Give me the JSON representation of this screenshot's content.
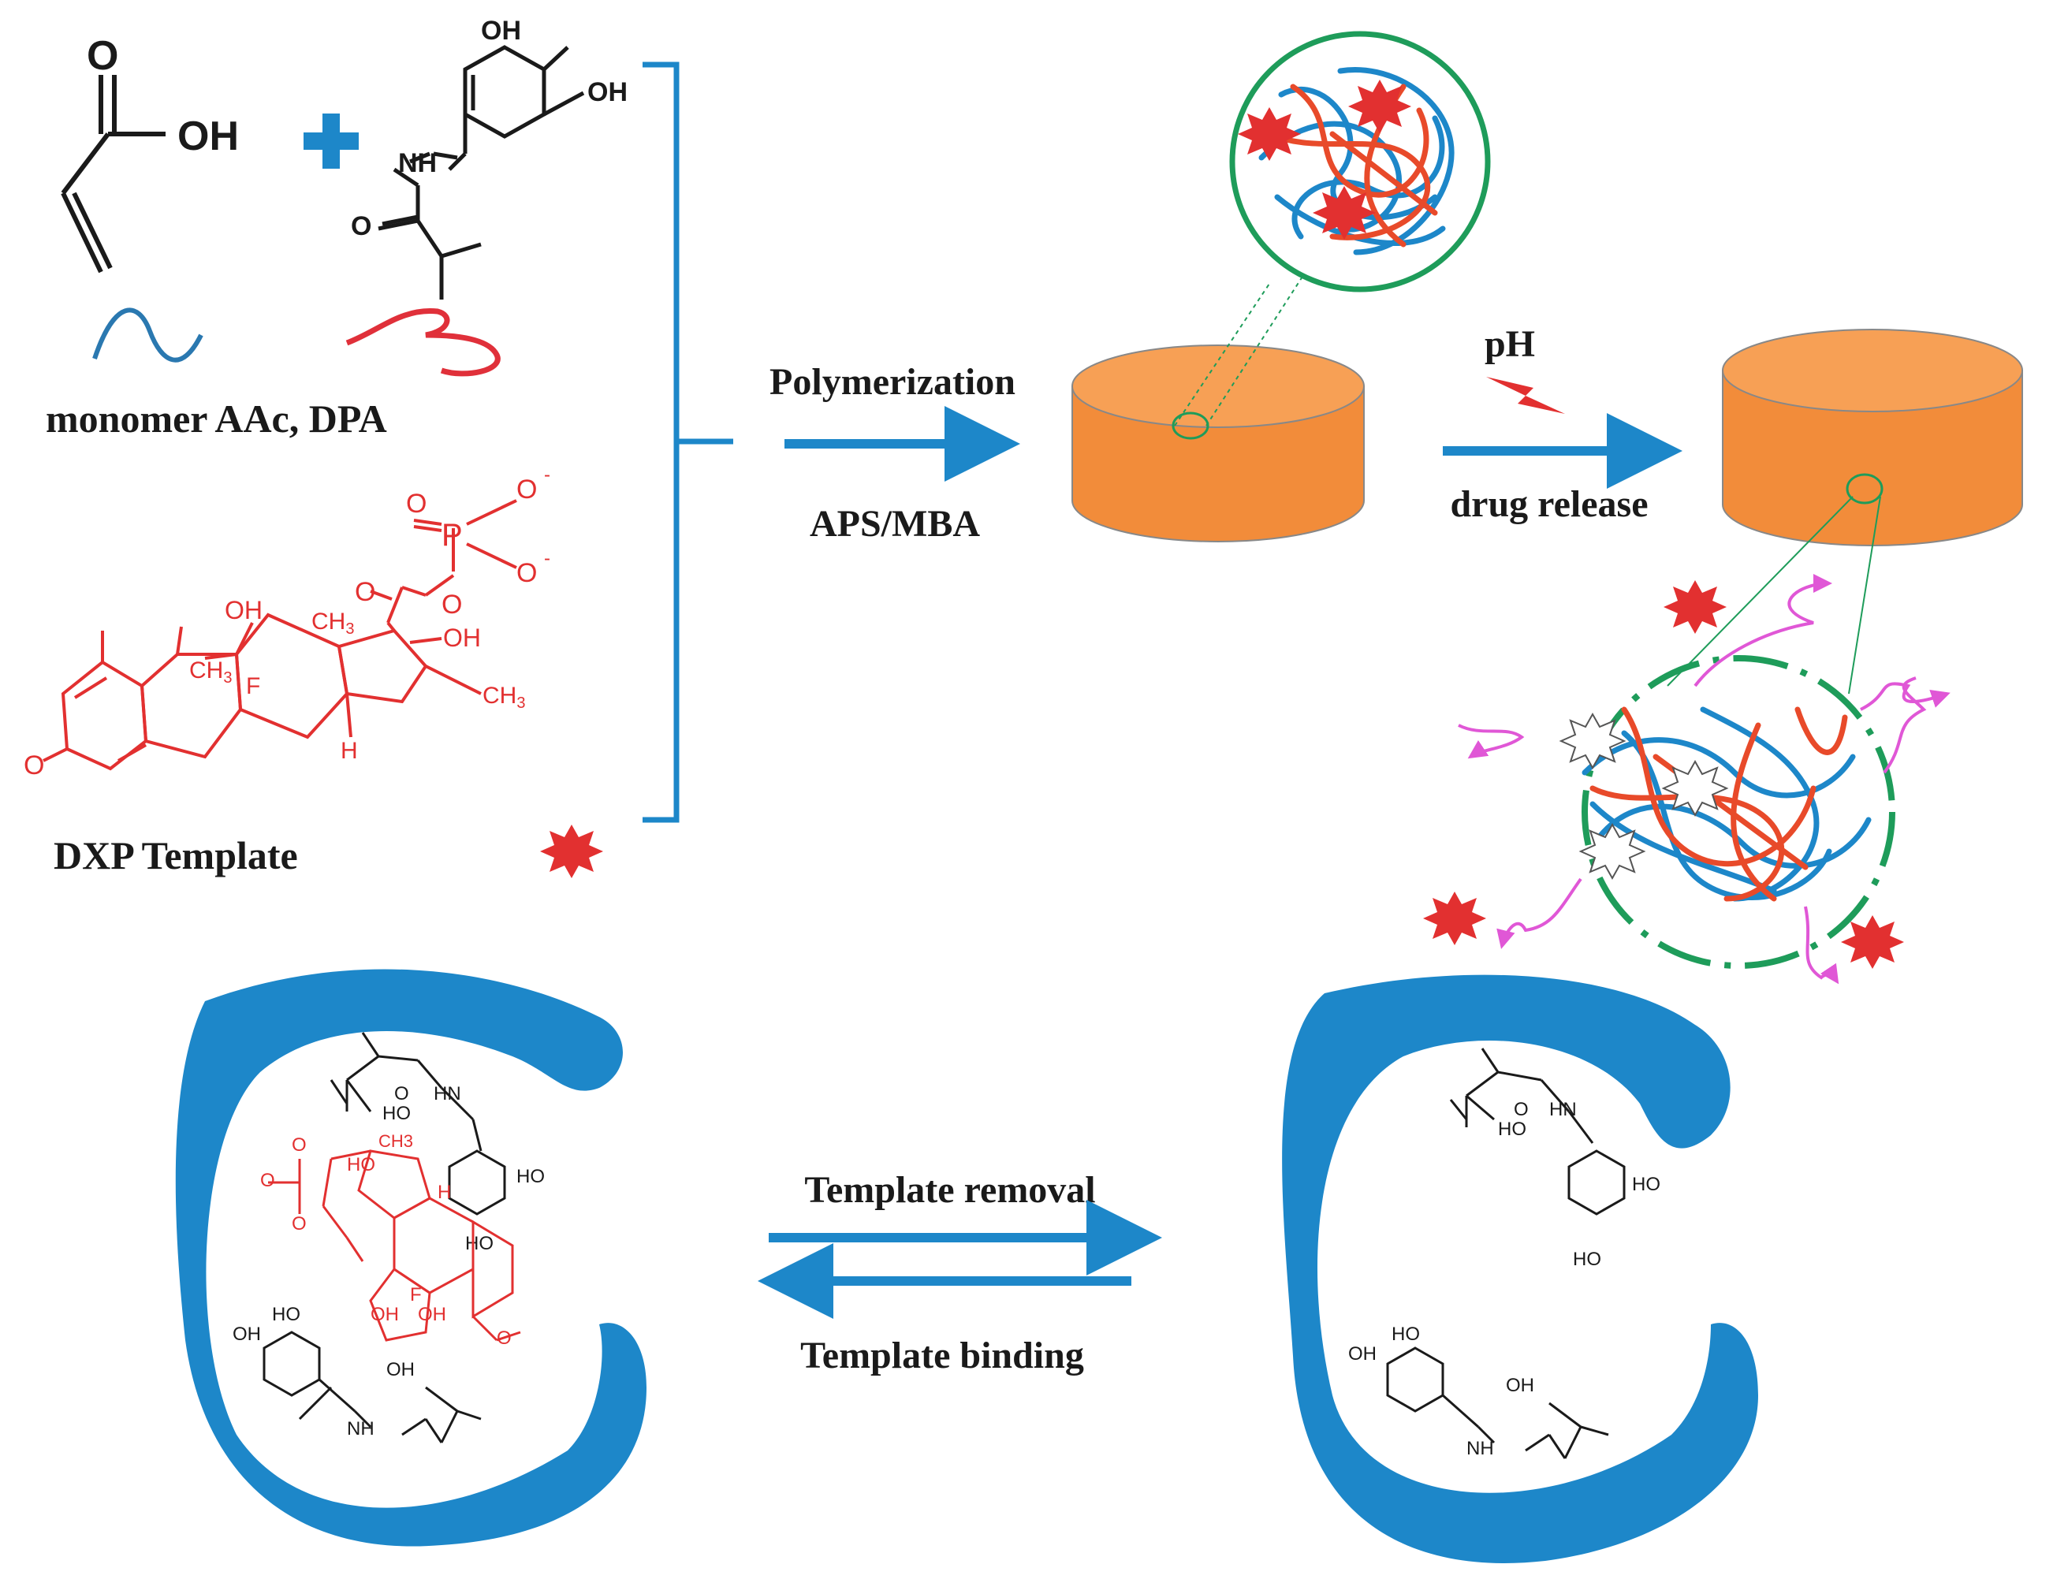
{
  "colors": {
    "blue": "#1d87c9",
    "red": "#e23030",
    "orange": "#f28c3a",
    "green": "#1e9c5a",
    "magenta": "#e057d6",
    "dark": "#1a1a1a"
  },
  "monomers": {
    "label": "monomer  AAc,   DPA",
    "aac_oh": "OH",
    "aac_o": "O",
    "dpa_oh_top": "OH",
    "dpa_oh_right": "OH",
    "dpa_nh": "NH",
    "dpa_o": "O"
  },
  "template": {
    "label": "DXP Template",
    "o1": "O",
    "o_minus_top": "O",
    "o_minus_bottom": "O",
    "p": "P",
    "o_ester": "O",
    "o_keto": "O",
    "oh_11": "OH",
    "ch3_18": "CH",
    "ch3_18_sub": "3",
    "oh_17": "OH",
    "ch3_19": "CH",
    "ch3_19_sub": "3",
    "f": "F",
    "ch3_16": "CH",
    "ch3_16_sub": "3",
    "h_14": "H",
    "o_3": "O"
  },
  "process": {
    "polymerization": "Polymerization",
    "initiator": "APS/MBA",
    "ph": "pH",
    "drug_release": "drug release",
    "template_removal": "Template removal",
    "template_binding": "Template binding"
  },
  "cavity": {
    "ho": "HO",
    "hn": "HN",
    "oh": "OH",
    "nh": "NH",
    "o": "O",
    "ch3": "CH3",
    "h": "H",
    "f": "F"
  }
}
